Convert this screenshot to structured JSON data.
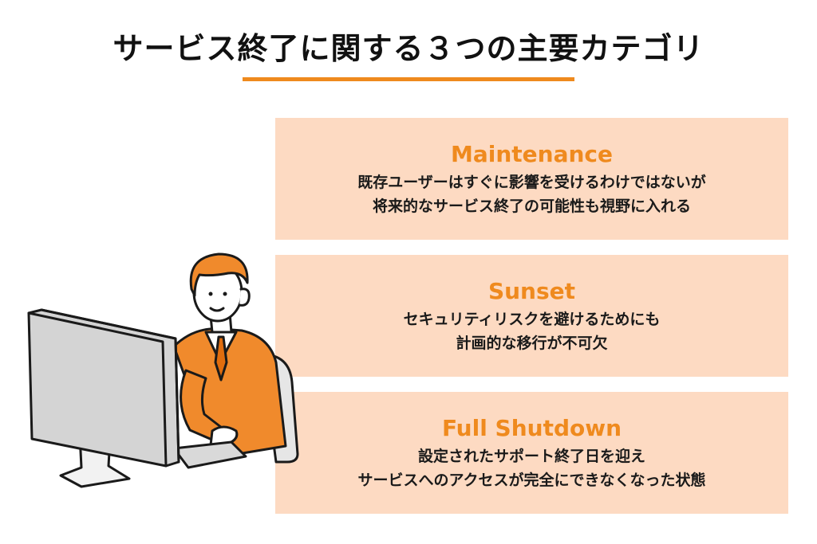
{
  "title": "サービス終了に関する３つの主要カテゴリ",
  "accent_color": "#ef8a1e",
  "card_bg_color": "#fddac2",
  "categories": [
    {
      "heading": "Maintenance",
      "line1": "既存ユーザーはすぐに影響を受けるわけではないが",
      "line2": "将来的なサービス終了の可能性も視野に入れる"
    },
    {
      "heading": "Sunset",
      "line1": "セキュリティリスクを避けるためにも",
      "line2": "計画的な移行が不可欠"
    },
    {
      "heading": "Full Shutdown",
      "line1": "設定されたサポート終了日を迎え",
      "line2": "サービスへのアクセスが完全にできなくなった状態"
    }
  ],
  "illustration_icon": "businessman-at-computer-icon"
}
